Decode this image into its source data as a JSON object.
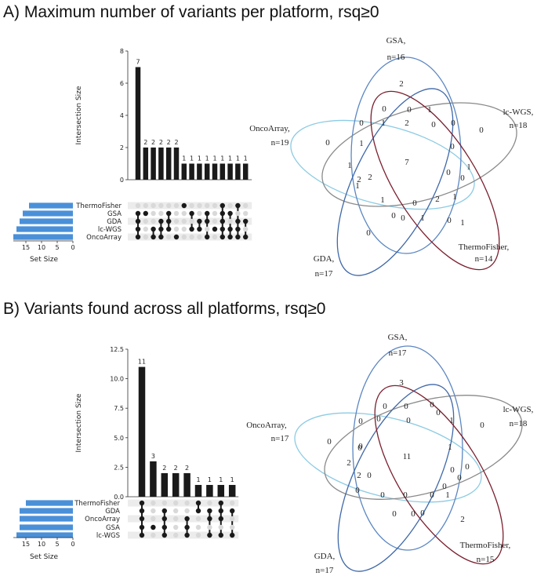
{
  "panels": [
    {
      "heading": "A) Maximum number of variants per platform, rsq≥0",
      "upset": {
        "type": "bar",
        "ylabel": "Intersection Size",
        "xlabel_sets": "Set Size",
        "ylim": [
          0,
          8
        ],
        "yticks": [
          "0",
          "2",
          "4",
          "6",
          "8"
        ],
        "set_ticks": [
          "15",
          "10",
          "5",
          "0"
        ],
        "sets": [
          "ThermoFisher",
          "GSA",
          "GDA",
          "lc-WGS",
          "OncoArray"
        ],
        "set_sizes": [
          14,
          16,
          17,
          18,
          19
        ],
        "intersection_values": [
          7,
          2,
          2,
          2,
          2,
          2,
          1,
          1,
          1,
          1,
          1,
          1,
          1,
          1,
          1
        ],
        "intersection_labels": [
          "7",
          "2",
          "2",
          "2",
          "2",
          "2",
          "1",
          "1",
          "1",
          "1",
          "1",
          "1",
          "1",
          "1",
          "1"
        ],
        "memberships": [
          [
            0,
            1,
            1,
            1,
            1
          ],
          [
            0,
            1,
            0,
            0,
            0
          ],
          [
            0,
            0,
            0,
            1,
            1
          ],
          [
            0,
            0,
            1,
            1,
            1
          ],
          [
            0,
            1,
            1,
            1,
            0
          ],
          [
            0,
            0,
            0,
            0,
            1
          ],
          [
            1,
            0,
            0,
            0,
            0
          ],
          [
            0,
            1,
            0,
            1,
            0
          ],
          [
            0,
            0,
            1,
            1,
            0
          ],
          [
            0,
            1,
            1,
            0,
            1
          ],
          [
            0,
            0,
            0,
            1,
            0
          ],
          [
            1,
            1,
            1,
            1,
            1
          ],
          [
            0,
            1,
            0,
            1,
            1
          ],
          [
            1,
            0,
            1,
            1,
            1
          ],
          [
            0,
            0,
            1,
            0,
            1
          ]
        ]
      },
      "venn": {
        "labels": {
          "gsa": [
            "GSA,",
            "n=16"
          ],
          "lcwgs": [
            "lc-WGS,",
            "n=18"
          ],
          "onco": [
            "OncoArray,",
            "n=19"
          ],
          "gda": [
            "GDA,",
            "n=17"
          ],
          "thermo": [
            "ThermoFisher,",
            "n=14"
          ]
        },
        "numbers": [
          "2",
          "0",
          "0",
          "1",
          "0",
          "1",
          "2",
          "0",
          "0",
          "0",
          "0",
          "1",
          "0",
          "7",
          "1",
          "0",
          "1",
          "2",
          "0",
          "2",
          "1",
          "1",
          "0",
          "2",
          "1",
          "0",
          "0",
          "1",
          "0",
          "1",
          "0"
        ]
      }
    },
    {
      "heading": "B) Variants found across all platforms, rsq≥0",
      "upset": {
        "type": "bar",
        "ylabel": "Intersection Size",
        "xlabel_sets": "Set Size",
        "ylim": [
          0,
          12.5
        ],
        "yticks": [
          "0.0",
          "2.5",
          "5.0",
          "7.5",
          "10.0",
          "12.5"
        ],
        "set_ticks": [
          "15",
          "10",
          "5",
          "0"
        ],
        "sets": [
          "ThermoFisher",
          "GDA",
          "OncoArray",
          "GSA",
          "lc-WGS"
        ],
        "set_sizes": [
          15,
          17,
          17,
          17,
          18
        ],
        "intersection_values": [
          11,
          3,
          2,
          2,
          2,
          1,
          1,
          1,
          1
        ],
        "intersection_labels": [
          "11",
          "3",
          "2",
          "2",
          "2",
          "1",
          "1",
          "1",
          "1"
        ],
        "memberships": [
          [
            1,
            1,
            1,
            1,
            1
          ],
          [
            0,
            0,
            0,
            1,
            0
          ],
          [
            0,
            1,
            1,
            1,
            1
          ],
          [
            0,
            0,
            0,
            0,
            0
          ],
          [
            0,
            0,
            1,
            1,
            1
          ],
          [
            1,
            1,
            0,
            0,
            0
          ],
          [
            0,
            1,
            1,
            0,
            1
          ],
          [
            1,
            1,
            1,
            0,
            1
          ],
          [
            0,
            1,
            0,
            0,
            1
          ]
        ]
      },
      "venn": {
        "labels": {
          "gsa": [
            "GSA,",
            "n=17"
          ],
          "lcwgs": [
            "lc-WGS,",
            "n=18"
          ],
          "onco": [
            "OncoArray,",
            "n=17"
          ],
          "gda": [
            "GDA,",
            "n=17"
          ],
          "thermo": [
            "ThermoFisher,",
            "n=15"
          ]
        },
        "numbers": [
          "3",
          "0",
          "0",
          "0",
          "0",
          "1",
          "0",
          "0",
          "0",
          "0",
          "11",
          "0",
          "2",
          "0",
          "0",
          "1",
          "2",
          "0",
          "0",
          "0",
          "0",
          "0",
          "1",
          "0",
          "2",
          "0",
          "0",
          "0",
          "0",
          "0",
          "0"
        ]
      }
    }
  ],
  "colors": {
    "bar": "#1a1a1a",
    "set_bar": "#4a90d9",
    "dot_on": "#1a1a1a",
    "dot_off": "#d9d9d9",
    "stripe": "#ececec",
    "gsa": "#5b86c2",
    "lcwgs": "#8a8a8a",
    "onco": "#8ccbe4",
    "gda": "#3f68a8",
    "thermo": "#7a1f2e"
  }
}
